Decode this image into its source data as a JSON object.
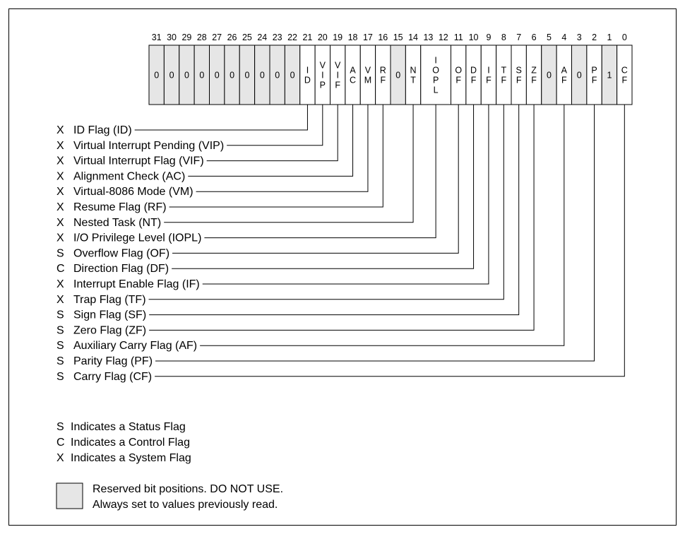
{
  "bit_numbers": [
    "31",
    "30",
    "29",
    "28",
    "27",
    "26",
    "25",
    "24",
    "23",
    "22",
    "21",
    "20",
    "19",
    "18",
    "17",
    "16",
    "15",
    "14",
    "13",
    "12",
    "11",
    "10",
    "9",
    "8",
    "7",
    "6",
    "5",
    "4",
    "3",
    "2",
    "1",
    "0"
  ],
  "register": {
    "cells": [
      {
        "bit": 31,
        "text": "0",
        "reserved": true
      },
      {
        "bit": 30,
        "text": "0",
        "reserved": true
      },
      {
        "bit": 29,
        "text": "0",
        "reserved": true
      },
      {
        "bit": 28,
        "text": "0",
        "reserved": true
      },
      {
        "bit": 27,
        "text": "0",
        "reserved": true
      },
      {
        "bit": 26,
        "text": "0",
        "reserved": true
      },
      {
        "bit": 25,
        "text": "0",
        "reserved": true
      },
      {
        "bit": 24,
        "text": "0",
        "reserved": true
      },
      {
        "bit": 23,
        "text": "0",
        "reserved": true
      },
      {
        "bit": 22,
        "text": "0",
        "reserved": true
      },
      {
        "bit": 21,
        "text": "ID",
        "reserved": false
      },
      {
        "bit": 20,
        "text": "VIP",
        "reserved": false
      },
      {
        "bit": 19,
        "text": "VIF",
        "reserved": false
      },
      {
        "bit": 18,
        "text": "AC",
        "reserved": false
      },
      {
        "bit": 17,
        "text": "VM",
        "reserved": false
      },
      {
        "bit": 16,
        "text": "RF",
        "reserved": false
      },
      {
        "bit": 15,
        "text": "0",
        "reserved": true
      },
      {
        "bit": 14,
        "text": "NT",
        "reserved": false
      },
      {
        "bit": 13,
        "text": "IOPL",
        "reserved": false,
        "span": 2
      },
      {
        "bit": 11,
        "text": "OF",
        "reserved": false
      },
      {
        "bit": 10,
        "text": "DF",
        "reserved": false
      },
      {
        "bit": 9,
        "text": "IF",
        "reserved": false
      },
      {
        "bit": 8,
        "text": "TF",
        "reserved": false
      },
      {
        "bit": 7,
        "text": "SF",
        "reserved": false
      },
      {
        "bit": 6,
        "text": "ZF",
        "reserved": false
      },
      {
        "bit": 5,
        "text": "0",
        "reserved": true
      },
      {
        "bit": 4,
        "text": "AF",
        "reserved": false
      },
      {
        "bit": 3,
        "text": "0",
        "reserved": true
      },
      {
        "bit": 2,
        "text": "PF",
        "reserved": false
      },
      {
        "bit": 1,
        "text": "1",
        "reserved": true
      },
      {
        "bit": 0,
        "text": "CF",
        "reserved": false
      }
    ]
  },
  "flags": [
    {
      "type": "X",
      "name": "ID Flag (ID)",
      "bit": 21
    },
    {
      "type": "X",
      "name": "Virtual Interrupt Pending (VIP)",
      "bit": 20
    },
    {
      "type": "X",
      "name": "Virtual Interrupt Flag (VIF)",
      "bit": 19
    },
    {
      "type": "X",
      "name": "Alignment Check (AC)",
      "bit": 18
    },
    {
      "type": "X",
      "name": "Virtual-8086 Mode (VM)",
      "bit": 17
    },
    {
      "type": "X",
      "name": "Resume Flag (RF)",
      "bit": 16
    },
    {
      "type": "X",
      "name": "Nested Task (NT)",
      "bit": 14
    },
    {
      "type": "X",
      "name": "I/O Privilege Level (IOPL)",
      "bit": 12.5
    },
    {
      "type": "S",
      "name": "Overflow Flag (OF)",
      "bit": 11
    },
    {
      "type": "C",
      "name": "Direction Flag (DF)",
      "bit": 10
    },
    {
      "type": "X",
      "name": "Interrupt Enable Flag (IF)",
      "bit": 9
    },
    {
      "type": "X",
      "name": "Trap Flag (TF)",
      "bit": 8
    },
    {
      "type": "S",
      "name": "Sign Flag (SF)",
      "bit": 7
    },
    {
      "type": "S",
      "name": "Zero Flag (ZF)",
      "bit": 6
    },
    {
      "type": "S",
      "name": "Auxiliary Carry Flag (AF)",
      "bit": 4
    },
    {
      "type": "S",
      "name": "Parity Flag (PF)",
      "bit": 2
    },
    {
      "type": "S",
      "name": "Carry Flag (CF)",
      "bit": 0
    }
  ],
  "legend": [
    {
      "code": "S",
      "text": "Indicates a Status Flag"
    },
    {
      "code": "C",
      "text": "Indicates a Control Flag"
    },
    {
      "code": "X",
      "text": "Indicates a System Flag"
    }
  ],
  "reserved_note": {
    "line1": "Reserved bit positions. DO NOT USE.",
    "line2": "Always set to values previously read."
  },
  "colors": {
    "reserved_fill": "#e6e6e6",
    "line": "#000000",
    "background": "#ffffff"
  }
}
